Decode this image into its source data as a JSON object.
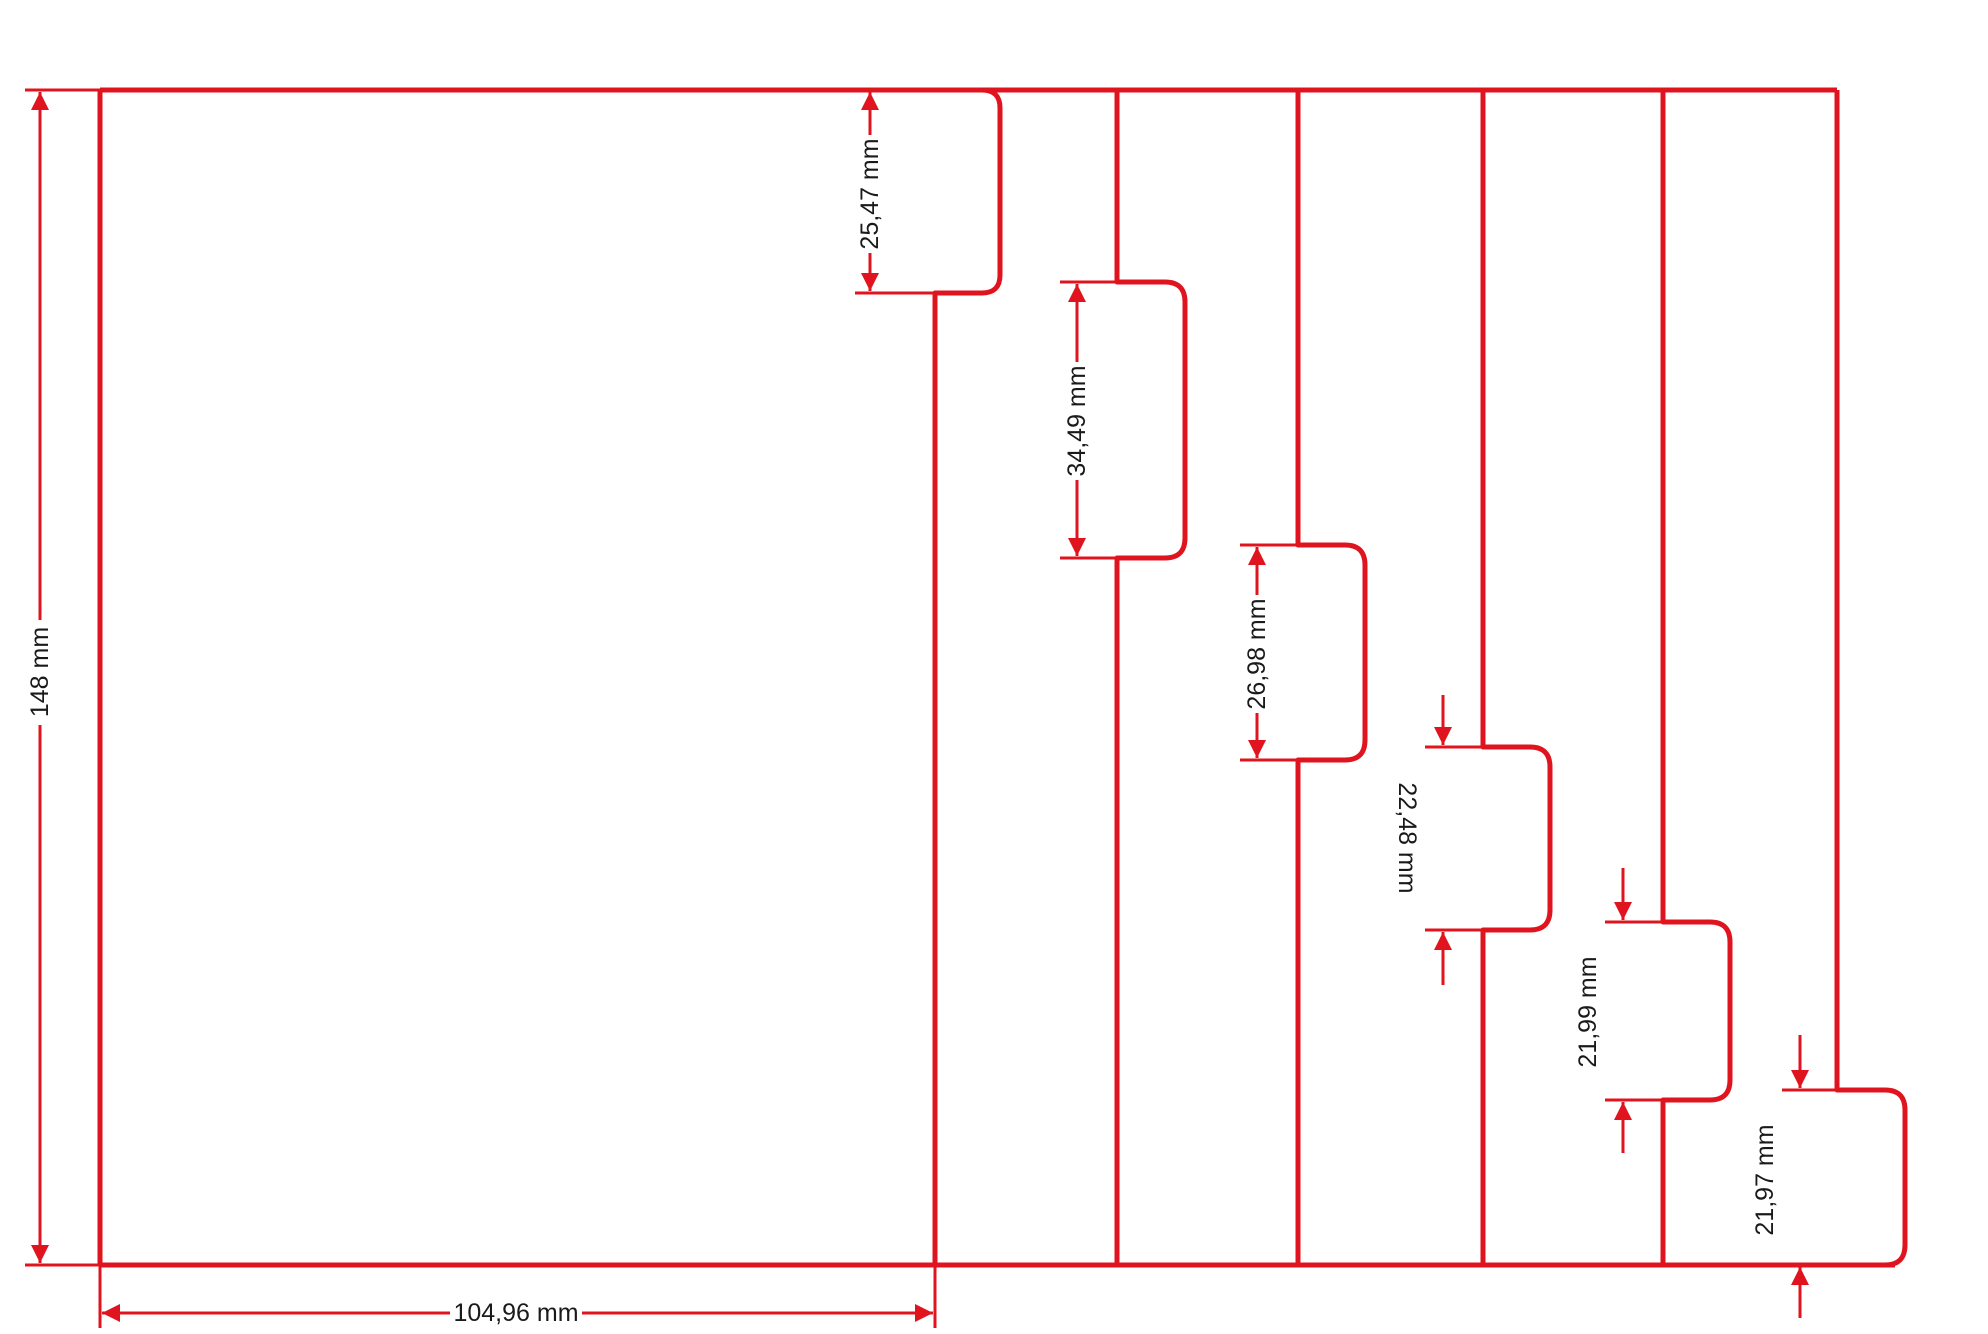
{
  "colors": {
    "line": "#e0141e",
    "text": "#1a1a1a",
    "background": "#ffffff"
  },
  "dimensions": {
    "height_total": "148 mm",
    "width_first": "104,96 mm",
    "tab1": "25,47 mm",
    "tab2": "34,49 mm",
    "tab3": "26,98 mm",
    "tab4": "22,48 mm",
    "tab5": "21,99 mm",
    "tab6": "21,97 mm"
  }
}
